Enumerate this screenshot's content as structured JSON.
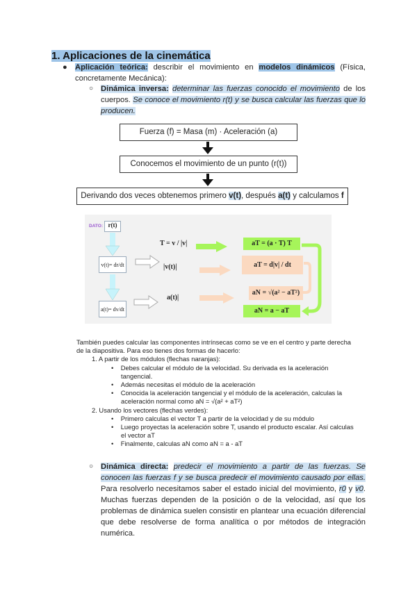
{
  "heading": "1. Aplicaciones de la cinemática",
  "bullet": {
    "term": "Aplicación teórica:",
    "text1": " describir el movimiento en ",
    "bold": "modelos dinámicos",
    "text2": " (Física, concretamente Mecánica):"
  },
  "inversa": {
    "term": "Dinámica inversa:",
    "em1": "determinar las fuerzas conocido el movimiento",
    "text": " de los cuerpos. ",
    "em2": "Se conoce el movimiento r(t) y se busca calcular las fuerzas que lo producen."
  },
  "flow": {
    "box1": "Fuerza (f) = Masa (m) · Aceleración (a)",
    "box2": "Conocemos el movimiento de un punto (r(t))",
    "box3_a": "Derivando dos veces obtenemos primero ",
    "box3_v": "v(t)",
    "box3_b": ", después ",
    "box3_at": "a(t)",
    "box3_c": " y calculamos ",
    "box3_f": "f"
  },
  "figure": {
    "dato": "DATO:",
    "r": "r(t)",
    "v": "v(t)= dr/dt",
    "a": "a(t)= dv/dt",
    "T": "T = v / |v|",
    "vmod": "|v(t)|",
    "amod": "a(t)|",
    "aT_vec": "aT = (a · T) T",
    "aT_mod": "aT = d|v| / dt",
    "aN_mod": "aN = √(a² − aT²)",
    "aN_vec": "aN = a − aT",
    "colors": {
      "green": "#a6f55a",
      "orange": "#fbd9c0",
      "cyan": "#c7f3fb",
      "dato": "#9b59d0"
    }
  },
  "explain": {
    "intro": "También puedes calcular las componentes intrínsecas como se ve en el centro y parte derecha de la diapositiva. Para eso tienes dos formas de hacerlo:",
    "items": [
      {
        "label": "1.  A partir de los módulos (flechas naranjas):",
        "subs": [
          "Debes calcular el módulo de la velocidad. Su derivada es la aceleración tangencial.",
          "Además necesitas el módulo de la aceleración",
          "Conocida la aceleración tangencial y el módulo de la aceleración, calculas la aceleración normal como aN = √(a² + aT²)"
        ]
      },
      {
        "label": "2.  Usando los vectores (flechas verdes):",
        "subs": [
          "Primero calculas el vector T a partir de la velocidad y de su módulo",
          "Luego proyectas la aceleración sobre T,  usando el producto escalar. Así calculas el vector aT",
          "Finalmente, calculas  aN  como aN = a - aT"
        ]
      }
    ]
  },
  "directa": {
    "term": "Dinámica directa:",
    "em1": "predecir el movimiento a partir de las fuerzas. Se conocen las fuerzas f y se busca predecir el movimiento causado por ellas.",
    "text1": " Para resolverlo necesitamos saber el estado inicial del movimiento, ",
    "r0": "r0",
    "y": " y ",
    "v0": "v0",
    "text2": ". Muchas fuerzas dependen de la posición o de la velocidad, así que los problemas de dinámica suelen consistir en plantear una ecuación diferencial que debe resolverse de forma analítica o por métodos de integración numérica."
  }
}
